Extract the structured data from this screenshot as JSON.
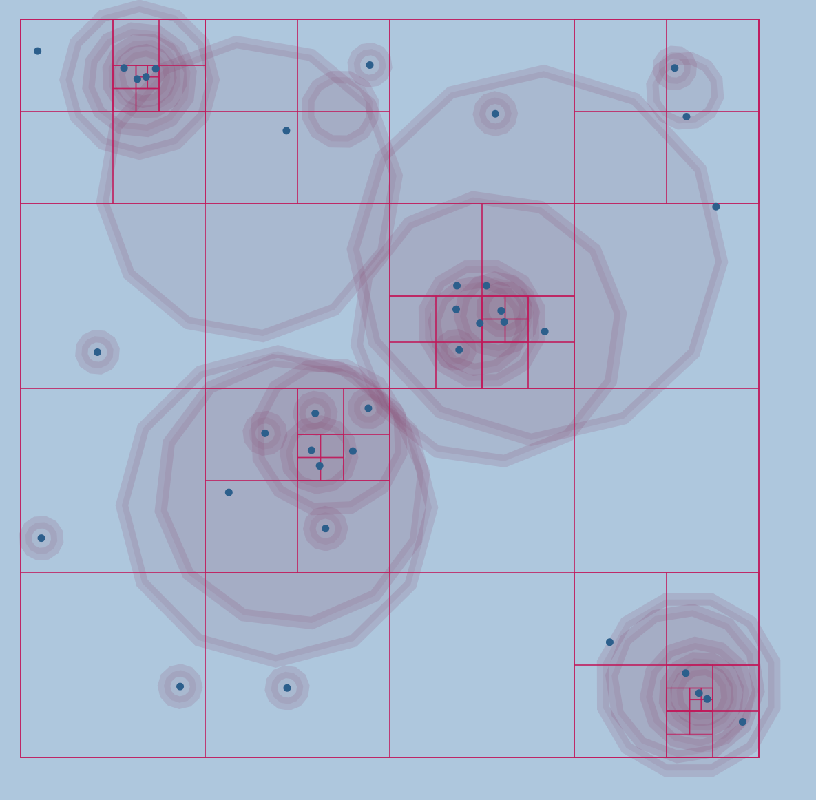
{
  "colors": {
    "background": "#aec7dd",
    "quadtree_lines": "#c0185a",
    "halo_fill": "#8e5a78",
    "halo_stroke": "#8a3c68",
    "point_fill": "#2c5f8c"
  },
  "quadtree": {
    "root_size": 1,
    "cells": [
      [
        0,
        0,
        0.25
      ],
      [
        0.25,
        0,
        0.25
      ],
      [
        0.5,
        0,
        0.25
      ],
      [
        0.75,
        0,
        0.25
      ],
      [
        0,
        0.25,
        0.25
      ],
      [
        0.25,
        0.25,
        0.25
      ],
      [
        0.5,
        0.25,
        0.25
      ],
      [
        0.75,
        0.25,
        0.25
      ],
      [
        0,
        0.5,
        0.25
      ],
      [
        0.25,
        0.5,
        0.25
      ],
      [
        0.5,
        0.5,
        0.25
      ],
      [
        0.75,
        0.5,
        0.25
      ],
      [
        0,
        0.75,
        0.25
      ],
      [
        0.25,
        0.75,
        0.25
      ],
      [
        0.5,
        0.75,
        0.25
      ],
      [
        0.75,
        0.75,
        0.25
      ],
      [
        0,
        0,
        0.125
      ],
      [
        0.125,
        0,
        0.125
      ],
      [
        0,
        0.125,
        0.125
      ],
      [
        0.125,
        0.125,
        0.125
      ],
      [
        0.25,
        0,
        0.125
      ],
      [
        0.375,
        0,
        0.125
      ],
      [
        0.25,
        0.125,
        0.125
      ],
      [
        0.375,
        0.125,
        0.125
      ],
      [
        0.75,
        0,
        0.125
      ],
      [
        0.875,
        0,
        0.125
      ],
      [
        0.75,
        0.125,
        0.125
      ],
      [
        0.875,
        0.125,
        0.125
      ],
      [
        0.125,
        0,
        0.0625
      ],
      [
        0.1875,
        0,
        0.0625
      ],
      [
        0.125,
        0.0625,
        0.0625
      ],
      [
        0.1875,
        0.0625,
        0.0625
      ],
      [
        0.125,
        0.0625,
        0.03125
      ],
      [
        0.15625,
        0.0625,
        0.03125
      ],
      [
        0.125,
        0.09375,
        0.03125
      ],
      [
        0.15625,
        0.09375,
        0.03125
      ],
      [
        0.15625,
        0.0625,
        0.015625
      ],
      [
        0.171875,
        0.0625,
        0.015625
      ],
      [
        0.15625,
        0.078125,
        0.015625
      ],
      [
        0.171875,
        0.078125,
        0.015625
      ],
      [
        0.5,
        0.25,
        0.125
      ],
      [
        0.625,
        0.25,
        0.125
      ],
      [
        0.5,
        0.375,
        0.125
      ],
      [
        0.625,
        0.375,
        0.125
      ],
      [
        0.5,
        0.375,
        0.0625
      ],
      [
        0.5625,
        0.375,
        0.0625
      ],
      [
        0.5,
        0.4375,
        0.0625
      ],
      [
        0.5625,
        0.4375,
        0.0625
      ],
      [
        0.625,
        0.375,
        0.0625
      ],
      [
        0.6875,
        0.375,
        0.0625
      ],
      [
        0.625,
        0.4375,
        0.0625
      ],
      [
        0.6875,
        0.4375,
        0.0625
      ],
      [
        0.625,
        0.375,
        0.03125
      ],
      [
        0.65625,
        0.375,
        0.03125
      ],
      [
        0.625,
        0.40625,
        0.03125
      ],
      [
        0.65625,
        0.40625,
        0.03125
      ],
      [
        0.25,
        0.5,
        0.125
      ],
      [
        0.375,
        0.5,
        0.125
      ],
      [
        0.25,
        0.625,
        0.125
      ],
      [
        0.375,
        0.625,
        0.125
      ],
      [
        0.375,
        0.5,
        0.0625
      ],
      [
        0.4375,
        0.5,
        0.0625
      ],
      [
        0.375,
        0.5625,
        0.0625
      ],
      [
        0.4375,
        0.5625,
        0.0625
      ],
      [
        0.375,
        0.5625,
        0.03125
      ],
      [
        0.40625,
        0.5625,
        0.03125
      ],
      [
        0.375,
        0.59375,
        0.03125
      ],
      [
        0.40625,
        0.59375,
        0.03125
      ],
      [
        0.75,
        0.75,
        0.125
      ],
      [
        0.875,
        0.75,
        0.125
      ],
      [
        0.75,
        0.875,
        0.125
      ],
      [
        0.875,
        0.875,
        0.125
      ],
      [
        0.875,
        0.875,
        0.0625
      ],
      [
        0.9375,
        0.875,
        0.0625
      ],
      [
        0.875,
        0.9375,
        0.0625
      ],
      [
        0.9375,
        0.9375,
        0.0625
      ],
      [
        0.875,
        0.90625,
        0.03125
      ],
      [
        0.90625,
        0.90625,
        0.03125
      ],
      [
        0.875,
        0.9375,
        0.03125
      ],
      [
        0.90625,
        0.9375,
        0.03125
      ],
      [
        0.90625,
        0.90625,
        0.015625
      ],
      [
        0.921875,
        0.90625,
        0.015625
      ],
      [
        0.90625,
        0.921875,
        0.015625
      ],
      [
        0.921875,
        0.921875,
        0.015625
      ]
    ]
  },
  "points": [
    [
      0.023,
      0.043
    ],
    [
      0.14,
      0.066
    ],
    [
      0.158,
      0.081
    ],
    [
      0.17,
      0.078
    ],
    [
      0.183,
      0.067
    ],
    [
      0.36,
      0.151
    ],
    [
      0.473,
      0.062
    ],
    [
      0.643,
      0.128
    ],
    [
      0.886,
      0.066
    ],
    [
      0.902,
      0.132
    ],
    [
      0.942,
      0.254
    ],
    [
      0.104,
      0.451
    ],
    [
      0.591,
      0.361
    ],
    [
      0.59,
      0.393
    ],
    [
      0.594,
      0.448
    ],
    [
      0.631,
      0.361
    ],
    [
      0.651,
      0.395
    ],
    [
      0.622,
      0.412
    ],
    [
      0.655,
      0.41
    ],
    [
      0.71,
      0.423
    ],
    [
      0.331,
      0.561
    ],
    [
      0.399,
      0.534
    ],
    [
      0.471,
      0.527
    ],
    [
      0.394,
      0.584
    ],
    [
      0.45,
      0.585
    ],
    [
      0.405,
      0.605
    ],
    [
      0.282,
      0.641
    ],
    [
      0.413,
      0.69
    ],
    [
      0.028,
      0.703
    ],
    [
      0.798,
      0.844
    ],
    [
      0.901,
      0.886
    ],
    [
      0.919,
      0.913
    ],
    [
      0.93,
      0.921
    ],
    [
      0.978,
      0.952
    ],
    [
      0.216,
      0.904
    ],
    [
      0.361,
      0.906
    ]
  ],
  "halos": [
    [
      0.161,
      0.082,
      0.1
    ],
    [
      0.161,
      0.082,
      0.07
    ],
    [
      0.168,
      0.077,
      0.05
    ],
    [
      0.168,
      0.077,
      0.035
    ],
    [
      0.31,
      0.23,
      0.2
    ],
    [
      0.433,
      0.122,
      0.045
    ],
    [
      0.473,
      0.062,
      0.022
    ],
    [
      0.643,
      0.128,
      0.022
    ],
    [
      0.886,
      0.066,
      0.022
    ],
    [
      0.9,
      0.097,
      0.045
    ],
    [
      0.7,
      0.32,
      0.25
    ],
    [
      0.634,
      0.42,
      0.18
    ],
    [
      0.625,
      0.412,
      0.08
    ],
    [
      0.62,
      0.415,
      0.06
    ],
    [
      0.645,
      0.4,
      0.05
    ],
    [
      0.655,
      0.393,
      0.03
    ],
    [
      0.589,
      0.448,
      0.02
    ],
    [
      0.347,
      0.66,
      0.21
    ],
    [
      0.368,
      0.64,
      0.18
    ],
    [
      0.418,
      0.566,
      0.1
    ],
    [
      0.404,
      0.59,
      0.045
    ],
    [
      0.399,
      0.534,
      0.022
    ],
    [
      0.471,
      0.527,
      0.02
    ],
    [
      0.331,
      0.561,
      0.022
    ],
    [
      0.413,
      0.69,
      0.022
    ],
    [
      0.104,
      0.451,
      0.022
    ],
    [
      0.028,
      0.703,
      0.022
    ],
    [
      0.216,
      0.904,
      0.022
    ],
    [
      0.361,
      0.906,
      0.022
    ],
    [
      0.905,
      0.902,
      0.12
    ],
    [
      0.9,
      0.9,
      0.1
    ],
    [
      0.917,
      0.915,
      0.07
    ],
    [
      0.922,
      0.915,
      0.05
    ],
    [
      0.923,
      0.915,
      0.035
    ]
  ]
}
